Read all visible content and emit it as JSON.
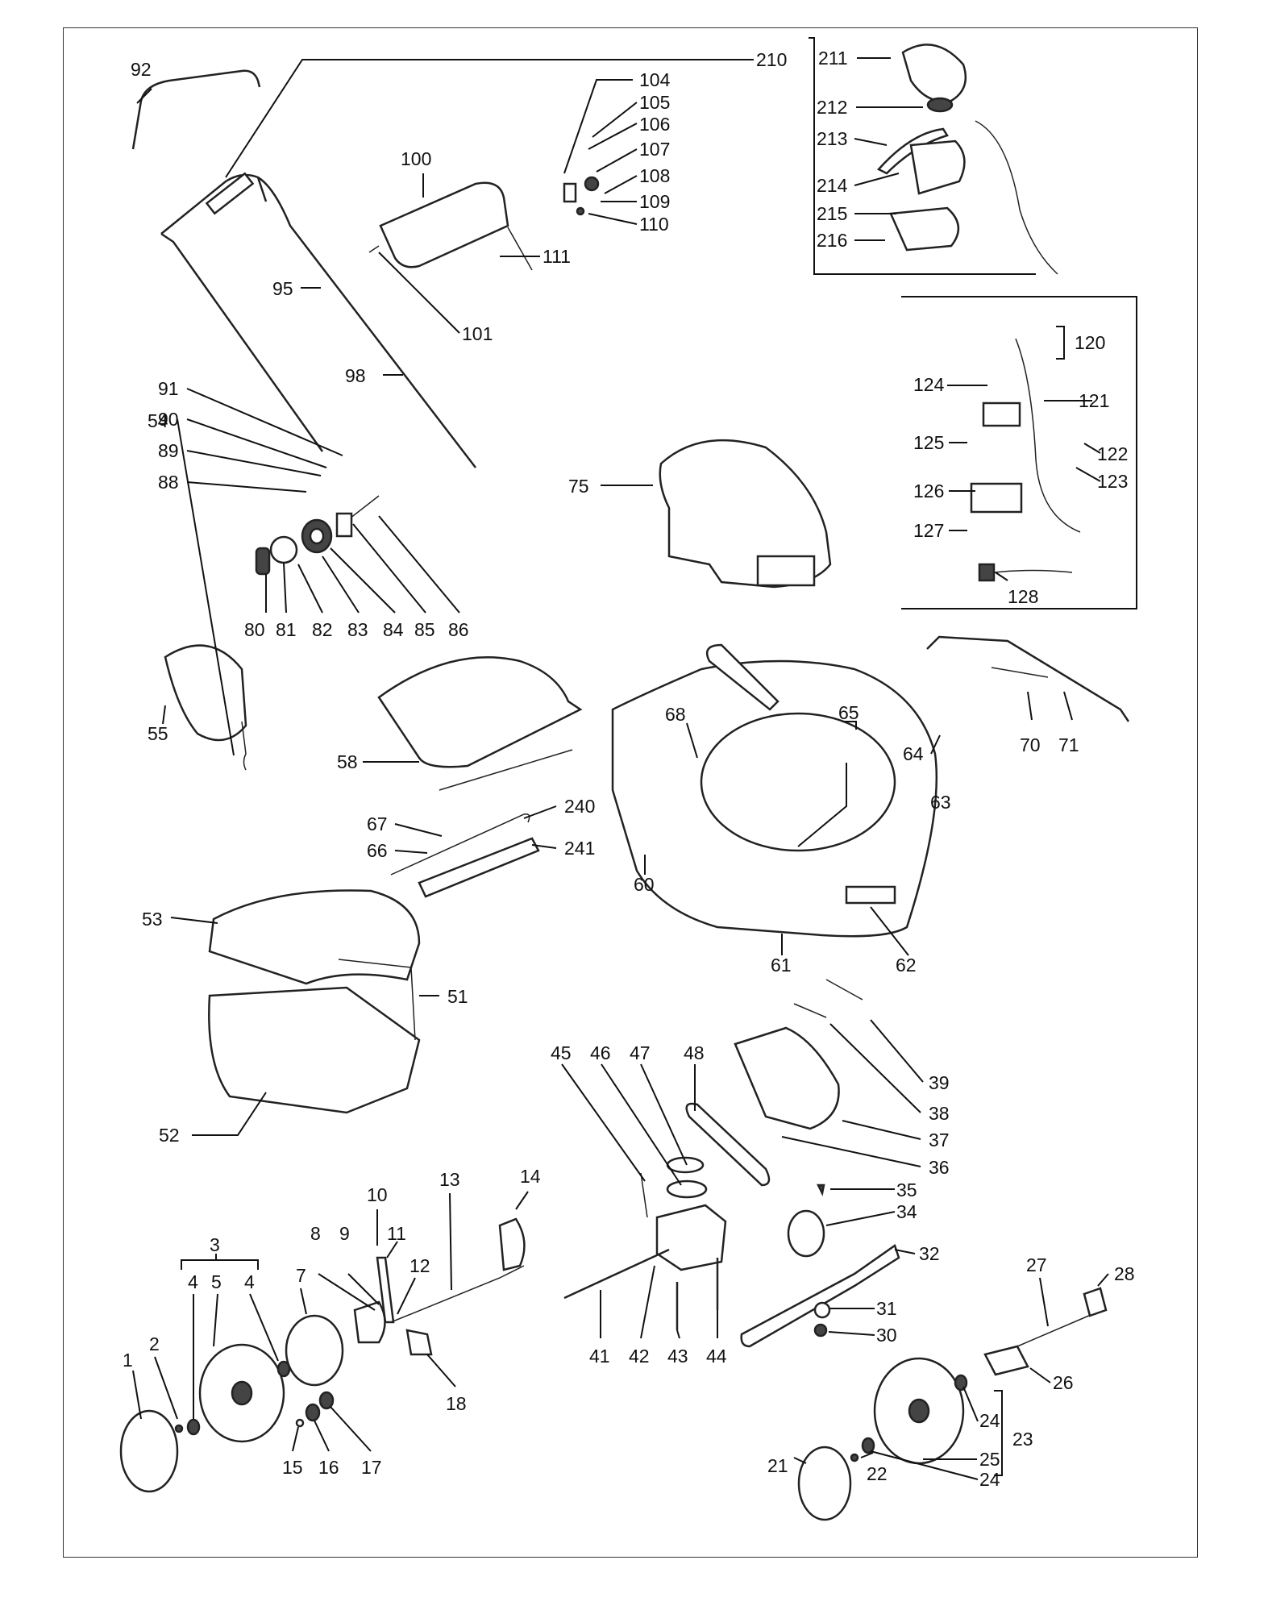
{
  "labels": {
    "l1": "1",
    "l2": "2",
    "l3": "3",
    "l4a": "4",
    "l5": "5",
    "l4b": "4",
    "l7": "7",
    "l8": "8",
    "l9": "9",
    "l10": "10",
    "l11": "11",
    "l12": "12",
    "l13": "13",
    "l14": "14",
    "l15": "15",
    "l16": "16",
    "l17": "17",
    "l18": "18",
    "l21": "21",
    "l22": "22",
    "l23": "23",
    "l24a": "24",
    "l24b": "24",
    "l25": "25",
    "l26": "26",
    "l27": "27",
    "l28": "28",
    "l30": "30",
    "l31": "31",
    "l32": "32",
    "l34": "34",
    "l35": "35",
    "l36": "36",
    "l37": "37",
    "l38": "38",
    "l39": "39",
    "l41": "41",
    "l42": "42",
    "l43": "43",
    "l44": "44",
    "l45": "45",
    "l46": "46",
    "l47": "47",
    "l48": "48",
    "l51": "51",
    "l52": "52",
    "l53": "53",
    "l54": "54",
    "l55": "55",
    "l58": "58",
    "l60": "60",
    "l61": "61",
    "l62": "62",
    "l63": "63",
    "l64": "64",
    "l65": "65",
    "l66": "66",
    "l67": "67",
    "l68": "68",
    "l70": "70",
    "l71": "71",
    "l75": "75",
    "l80": "80",
    "l81": "81",
    "l82": "82",
    "l83": "83",
    "l84": "84",
    "l85": "85",
    "l86": "86",
    "l88": "88",
    "l89": "89",
    "l90": "90",
    "l91": "91",
    "l92": "92",
    "l95": "95",
    "l98": "98",
    "l100": "100",
    "l101": "101",
    "l104": "104",
    "l105": "105",
    "l106": "106",
    "l107": "107",
    "l108": "108",
    "l109": "109",
    "l110": "110",
    "l111": "111",
    "l120": "120",
    "l121": "121",
    "l122": "122",
    "l123": "123",
    "l124": "124",
    "l125": "125",
    "l126": "126",
    "l127": "127",
    "l128": "128",
    "l210": "210",
    "l211": "211",
    "l212": "212",
    "l213": "213",
    "l214": "214",
    "l215": "215",
    "l216": "216",
    "l240": "240",
    "l241": "241"
  },
  "colors": {
    "ink": "#111111",
    "frame": "#333333",
    "background": "#ffffff"
  }
}
